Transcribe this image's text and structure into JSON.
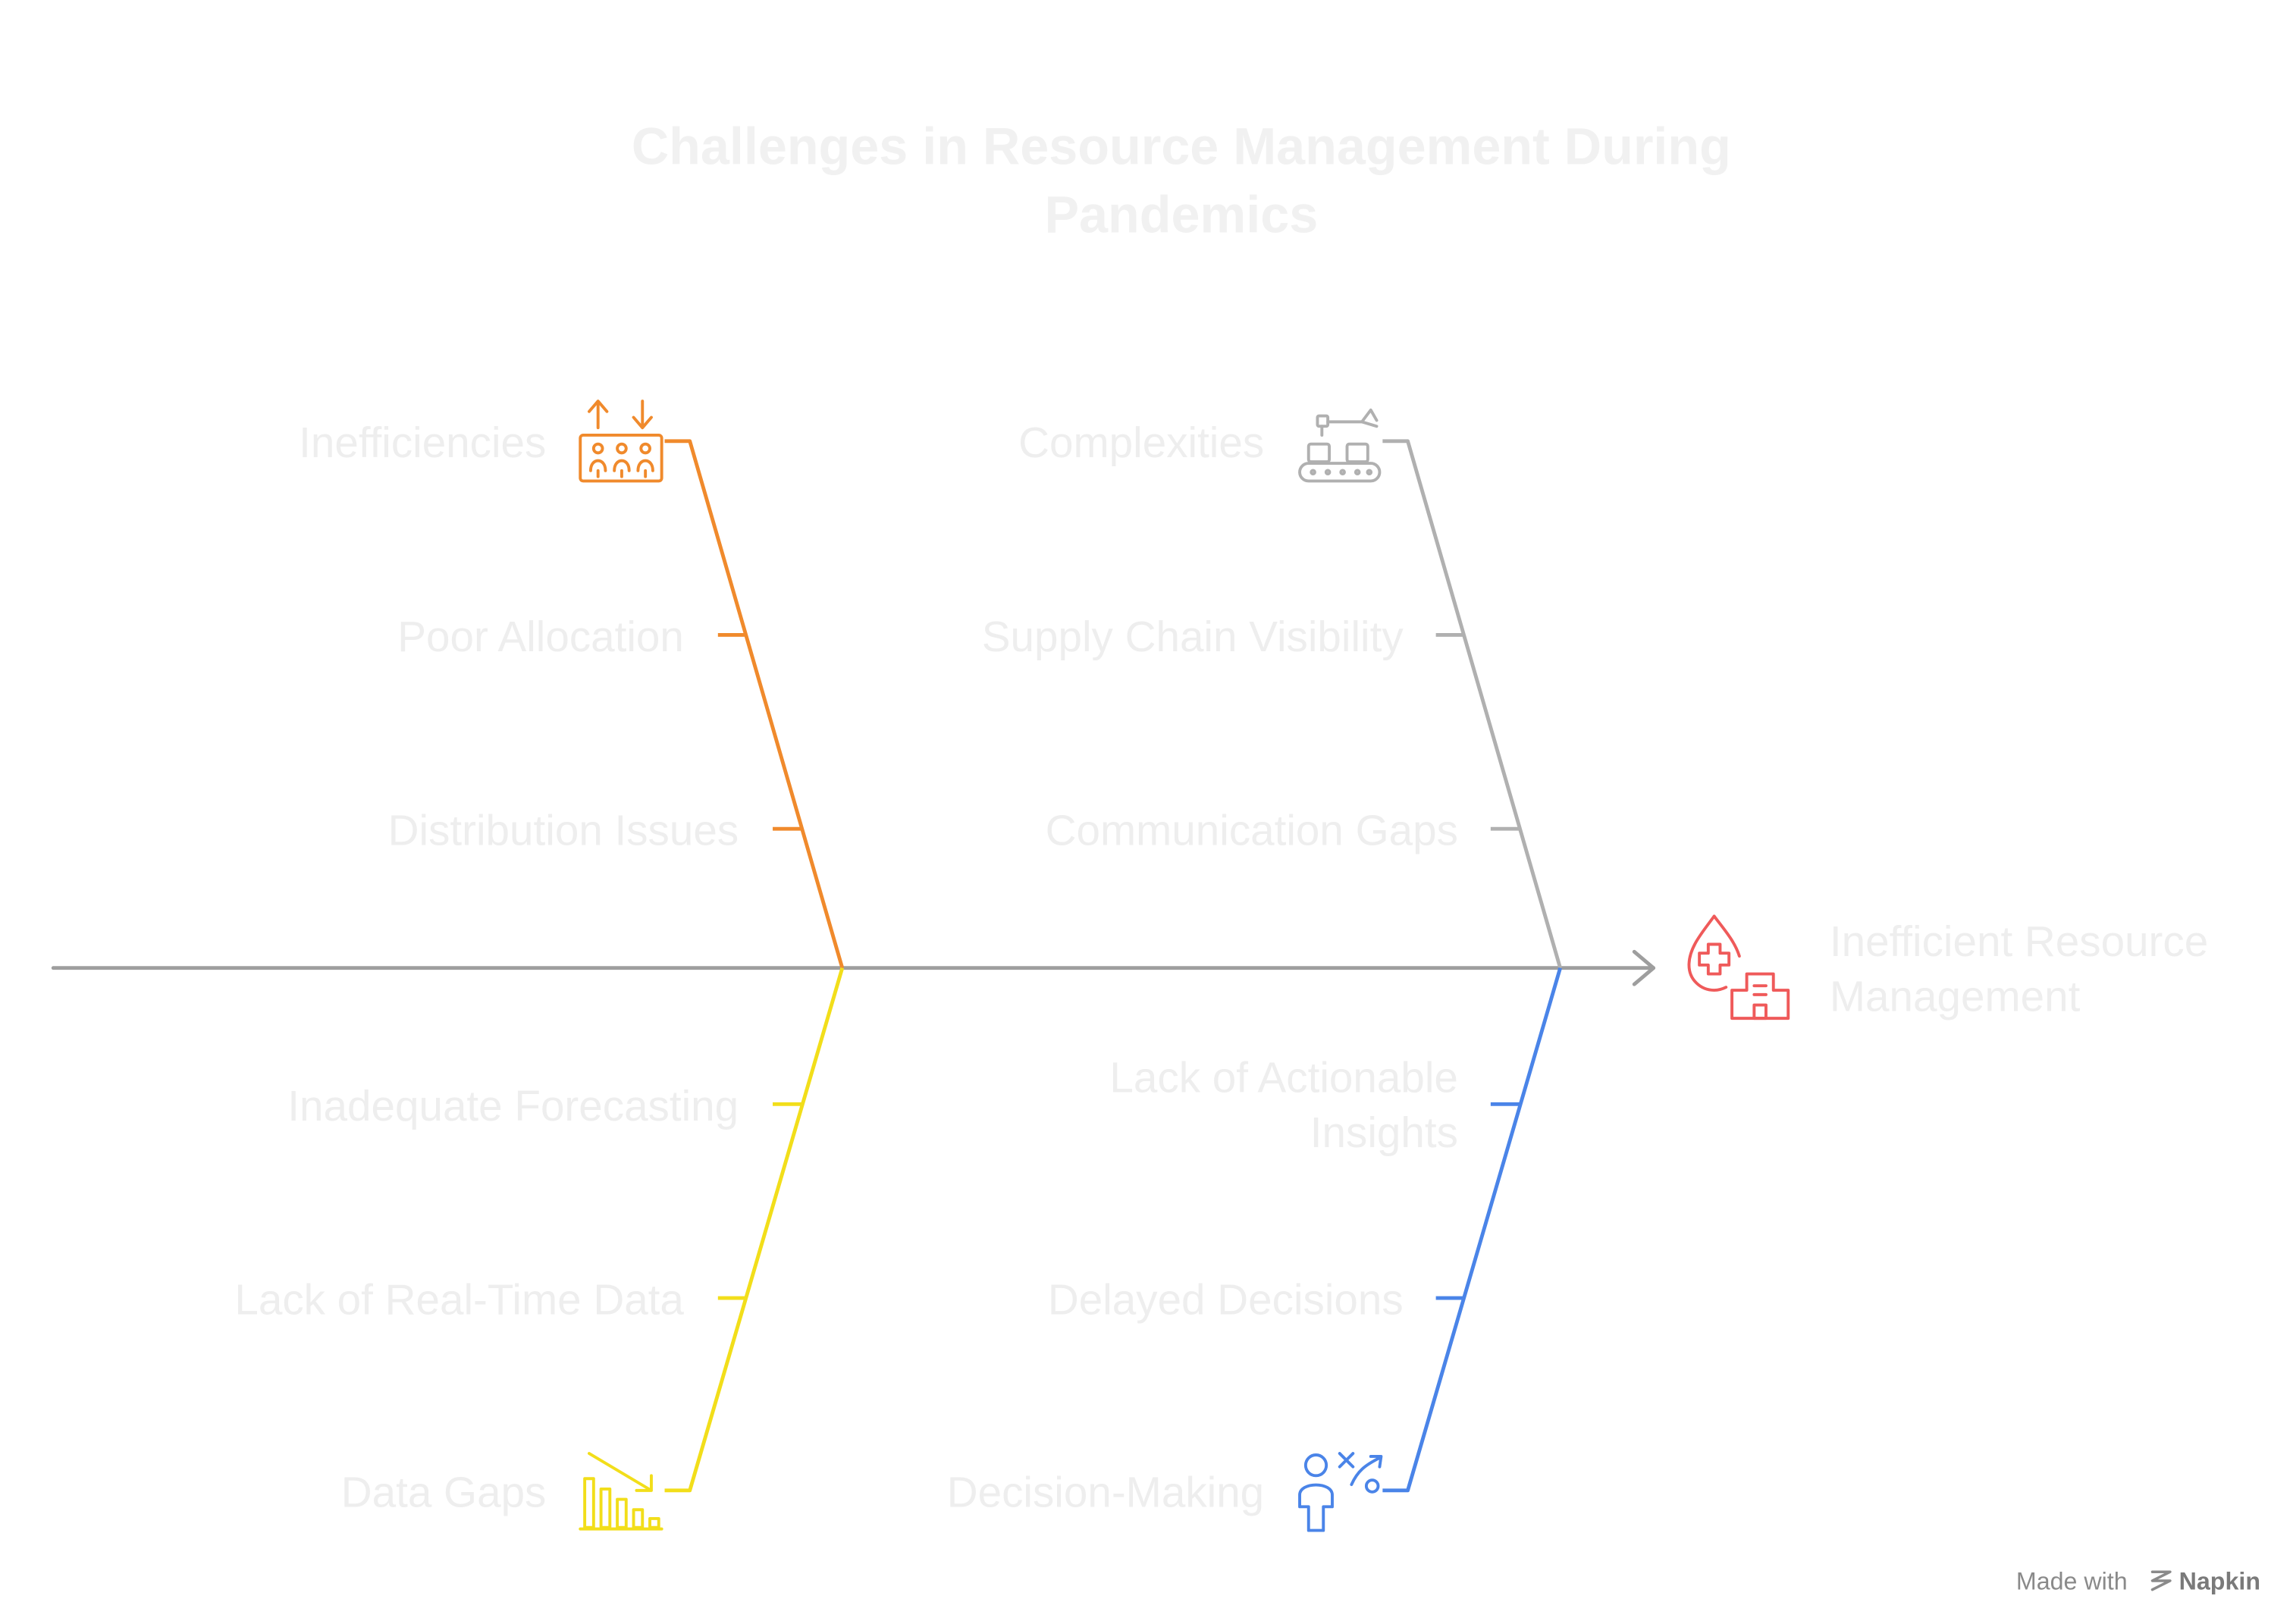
{
  "title": {
    "line1": "Challenges in Resource Management During",
    "line2": "Pandemics"
  },
  "effect": {
    "line1": "Inefficient Resource",
    "line2": "Management",
    "icon": "blood-drop-hospital-icon",
    "color": "#ef5a5a"
  },
  "spine": {
    "color": "#9e9e9e"
  },
  "categories": {
    "inefficiencies": {
      "label": "Inefficiencies",
      "icon": "people-allocation-icon",
      "color": "#f08a2c",
      "causes": [
        "Poor Allocation",
        "Distribution Issues"
      ]
    },
    "complexities": {
      "label": "Complexities",
      "icon": "conveyor-robot-arm-icon",
      "color": "#b0b0b0",
      "causes": [
        "Supply Chain Visibility",
        "Communication Gaps"
      ]
    },
    "data_gaps": {
      "label": "Data Gaps",
      "icon": "declining-bar-chart-icon",
      "color": "#f2de1a",
      "causes": [
        "Inadequate Forecasting",
        "Lack of Real-Time Data"
      ]
    },
    "decision_making": {
      "label": "Decision-Making",
      "icon": "person-strategy-icon",
      "color": "#4a84e8",
      "causes": [
        "Lack of Actionable",
        "Insights",
        "Delayed Decisions"
      ]
    }
  },
  "footer": {
    "made_with": "Made with",
    "brand": "Napkin"
  }
}
